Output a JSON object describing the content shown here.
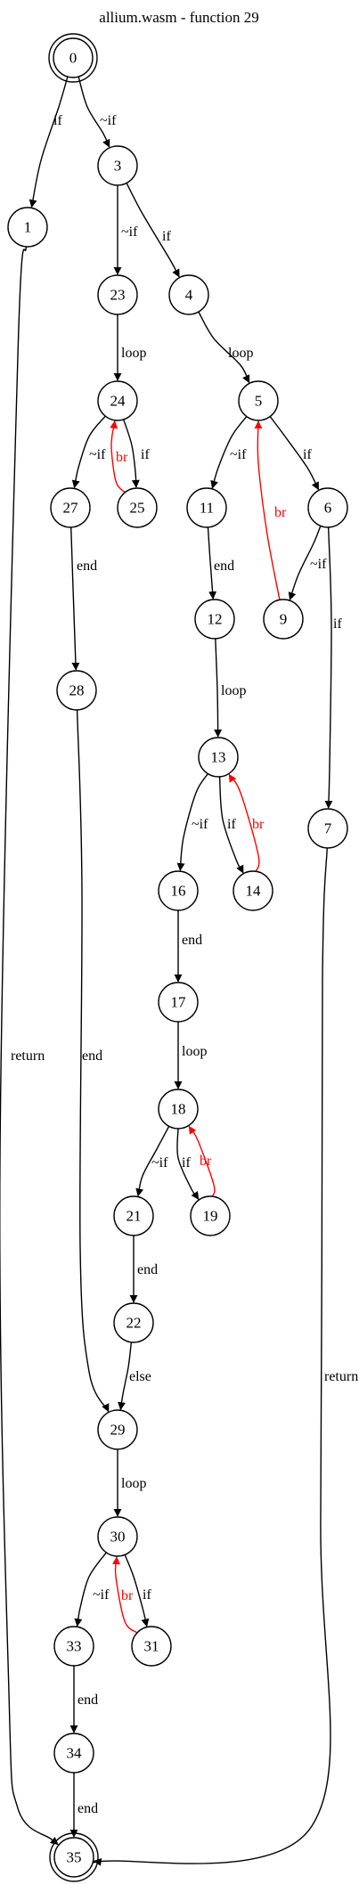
{
  "title": "allium.wasm - function 29",
  "nodes": [
    {
      "id": "0",
      "label": "0",
      "style": "double"
    },
    {
      "id": "1",
      "label": "1"
    },
    {
      "id": "3",
      "label": "3"
    },
    {
      "id": "23",
      "label": "23"
    },
    {
      "id": "4",
      "label": "4"
    },
    {
      "id": "24",
      "label": "24"
    },
    {
      "id": "5",
      "label": "5"
    },
    {
      "id": "27",
      "label": "27"
    },
    {
      "id": "25",
      "label": "25"
    },
    {
      "id": "11",
      "label": "11"
    },
    {
      "id": "6",
      "label": "6"
    },
    {
      "id": "12",
      "label": "12"
    },
    {
      "id": "9",
      "label": "9"
    },
    {
      "id": "28",
      "label": "28"
    },
    {
      "id": "13",
      "label": "13"
    },
    {
      "id": "7",
      "label": "7"
    },
    {
      "id": "16",
      "label": "16"
    },
    {
      "id": "14",
      "label": "14"
    },
    {
      "id": "17",
      "label": "17"
    },
    {
      "id": "18",
      "label": "18"
    },
    {
      "id": "21",
      "label": "21"
    },
    {
      "id": "19",
      "label": "19"
    },
    {
      "id": "22",
      "label": "22"
    },
    {
      "id": "29",
      "label": "29"
    },
    {
      "id": "30",
      "label": "30"
    },
    {
      "id": "33",
      "label": "33"
    },
    {
      "id": "31",
      "label": "31"
    },
    {
      "id": "34",
      "label": "34"
    },
    {
      "id": "35",
      "label": "35",
      "style": "double"
    }
  ],
  "edges": [
    {
      "from": "0",
      "to": "1",
      "label": "if",
      "color": "#000000"
    },
    {
      "from": "0",
      "to": "3",
      "label": "~if",
      "color": "#000000"
    },
    {
      "from": "1",
      "to": "35",
      "label": "return",
      "color": "#000000"
    },
    {
      "from": "3",
      "to": "23",
      "label": "~if",
      "color": "#000000"
    },
    {
      "from": "3",
      "to": "4",
      "label": "if",
      "color": "#000000"
    },
    {
      "from": "23",
      "to": "24",
      "label": "loop",
      "color": "#000000"
    },
    {
      "from": "4",
      "to": "5",
      "label": "loop",
      "color": "#000000"
    },
    {
      "from": "24",
      "to": "27",
      "label": "~if",
      "color": "#000000"
    },
    {
      "from": "24",
      "to": "25",
      "label": "if",
      "color": "#000000"
    },
    {
      "from": "25",
      "to": "24",
      "label": "br",
      "color": "#ff0000"
    },
    {
      "from": "5",
      "to": "11",
      "label": "~if",
      "color": "#000000"
    },
    {
      "from": "5",
      "to": "6",
      "label": "if",
      "color": "#000000"
    },
    {
      "from": "9",
      "to": "5",
      "label": "br",
      "color": "#ff0000"
    },
    {
      "from": "6",
      "to": "9",
      "label": "~if",
      "color": "#000000"
    },
    {
      "from": "6",
      "to": "7",
      "label": "if",
      "color": "#000000"
    },
    {
      "from": "27",
      "to": "28",
      "label": "end",
      "color": "#000000"
    },
    {
      "from": "11",
      "to": "12",
      "label": "end",
      "color": "#000000"
    },
    {
      "from": "12",
      "to": "13",
      "label": "loop",
      "color": "#000000"
    },
    {
      "from": "13",
      "to": "16",
      "label": "~if",
      "color": "#000000"
    },
    {
      "from": "13",
      "to": "14",
      "label": "if",
      "color": "#000000"
    },
    {
      "from": "14",
      "to": "13",
      "label": "br",
      "color": "#ff0000"
    },
    {
      "from": "16",
      "to": "17",
      "label": "end",
      "color": "#000000"
    },
    {
      "from": "17",
      "to": "18",
      "label": "loop",
      "color": "#000000"
    },
    {
      "from": "18",
      "to": "21",
      "label": "~if",
      "color": "#000000"
    },
    {
      "from": "18",
      "to": "19",
      "label": "if",
      "color": "#000000"
    },
    {
      "from": "19",
      "to": "18",
      "label": "br",
      "color": "#ff0000"
    },
    {
      "from": "21",
      "to": "22",
      "label": "end",
      "color": "#000000"
    },
    {
      "from": "28",
      "to": "29",
      "label": "end",
      "color": "#000000"
    },
    {
      "from": "22",
      "to": "29",
      "label": "else",
      "color": "#000000"
    },
    {
      "from": "7",
      "to": "35",
      "label": "return",
      "color": "#000000"
    },
    {
      "from": "29",
      "to": "30",
      "label": "loop",
      "color": "#000000"
    },
    {
      "from": "30",
      "to": "33",
      "label": "~if",
      "color": "#000000"
    },
    {
      "from": "30",
      "to": "31",
      "label": "if",
      "color": "#000000"
    },
    {
      "from": "31",
      "to": "30",
      "label": "br",
      "color": "#ff0000"
    },
    {
      "from": "33",
      "to": "34",
      "label": "end",
      "color": "#000000"
    },
    {
      "from": "34",
      "to": "35",
      "label": "end",
      "color": "#000000"
    }
  ]
}
